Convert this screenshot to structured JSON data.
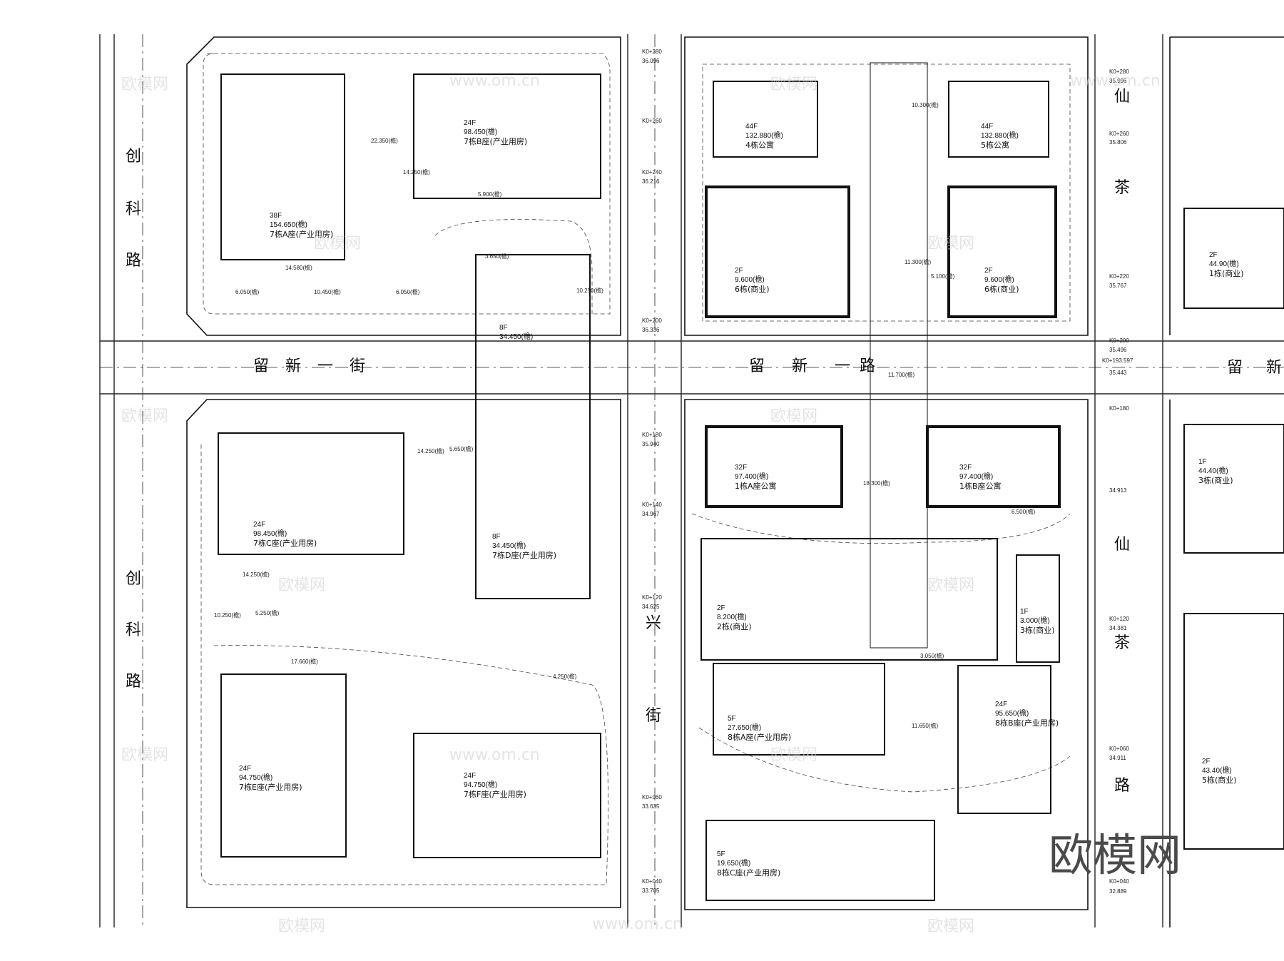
{
  "roads": {
    "west": [
      "创",
      "科",
      "路"
    ],
    "west_lower": [
      "创",
      "科",
      "路"
    ],
    "middle_north": [
      "留",
      "新",
      "一",
      "街"
    ],
    "middle_main": [
      "留",
      "新",
      "一",
      "路"
    ],
    "east_right": "留",
    "east_right_2": "新",
    "vertical_mid": [
      "兴",
      "街"
    ],
    "east_upper": [
      "仙",
      "茶"
    ],
    "east_lower": [
      "仙",
      "茶",
      "路"
    ]
  },
  "buildings": [
    {
      "floors": "38F",
      "height": "154.650(檐)",
      "name": "7栋A座(产业用房)"
    },
    {
      "floors": "24F",
      "height": "98.450(檐)",
      "name": "7栋B座(产业用房)"
    },
    {
      "floors": "44F",
      "height": "132.880(檐)",
      "name": "4栋公寓"
    },
    {
      "floors": "44F",
      "height": "132.880(檐)",
      "name": "5栋公寓"
    },
    {
      "floors": "2F",
      "height": "9.600(檐)",
      "name": "6栋(商业)"
    },
    {
      "floors": "2F",
      "height": "9.600(檐)",
      "name": "6栋(商业)"
    },
    {
      "floors": "8F",
      "height": "34.450(檐)",
      "name": ""
    },
    {
      "floors": "24F",
      "height": "98.450(檐)",
      "name": "7栋C座(产业用房)"
    },
    {
      "floors": "8F",
      "height": "34.450(檐)",
      "name": "7栋D座(产业用房)"
    },
    {
      "floors": "32F",
      "height": "97.400(檐)",
      "name": "1栋A座公寓"
    },
    {
      "floors": "32F",
      "height": "97.400(檐)",
      "name": "1栋B座公寓"
    },
    {
      "floors": "2F",
      "height": "8.200(檐)",
      "name": "2栋(商业)"
    },
    {
      "floors": "1F",
      "height": "3.000(檐)",
      "name": "3栋(商业)"
    },
    {
      "floors": "5F",
      "height": "27.650(檐)",
      "name": "8栋A座(产业用房)"
    },
    {
      "floors": "24F",
      "height": "95.650(檐)",
      "name": "8栋B座(产业用房)"
    },
    {
      "floors": "24F",
      "height": "94.750(檐)",
      "name": "7栋E座(产业用房)"
    },
    {
      "floors": "24F",
      "height": "94.750(檐)",
      "name": "7栋F座(产业用房)"
    },
    {
      "floors": "5F",
      "height": "19.650(檐)",
      "name": "8栋C座(产业用房)"
    },
    {
      "floors": "2F",
      "height": "44.90(檐)",
      "name": "1栋(商业)"
    },
    {
      "floors": "1F",
      "height": "44.40(檐)",
      "name": "3栋(商业)"
    },
    {
      "floors": "2F",
      "height": "43.40(檐)",
      "name": "5栋(商业)"
    }
  ],
  "levels": [
    "14.250(檐)",
    "22.350(檐)",
    "6.050(檐)",
    "14.580(檐)",
    "10.450(檐)",
    "6.050(檐)",
    "5.900(檐)",
    "3.650(檐)",
    "10.250(檐)",
    "14.250(檐)",
    "5.650(檐)",
    "14.250(檐)",
    "10.250(檐)",
    "5.250(檐)",
    "17.660(檐)",
    "4.250(檐)",
    "3.050(檐)",
    "11.650(檐)",
    "10.300(檐)",
    "11.300(檐)",
    "11.700(檐)",
    "18.300(檐)",
    "6.500(檐)",
    "5.100(檐)"
  ],
  "stations": [
    "K0+280",
    "36.096",
    "K0+260",
    "K0+240",
    "36.216",
    "K0+200",
    "36.336",
    "K0+180",
    "35.940",
    "K0+140",
    "34.967",
    "K0+120",
    "34.625",
    "K0+060",
    "33.635",
    "K0+040",
    "33.705",
    "K0+280",
    "35.996",
    "K0+260",
    "35.806",
    "K0+220",
    "35.767",
    "K0+200",
    "35.496",
    "K0+193.597",
    "35.443",
    "K0+180",
    "34.913",
    "K0+120",
    "34.381",
    "K0+060",
    "34.911",
    "K0+040",
    "32.889"
  ],
  "watermarks": [
    "欧模网",
    "www.om.cn"
  ],
  "big_watermark": "欧模网"
}
